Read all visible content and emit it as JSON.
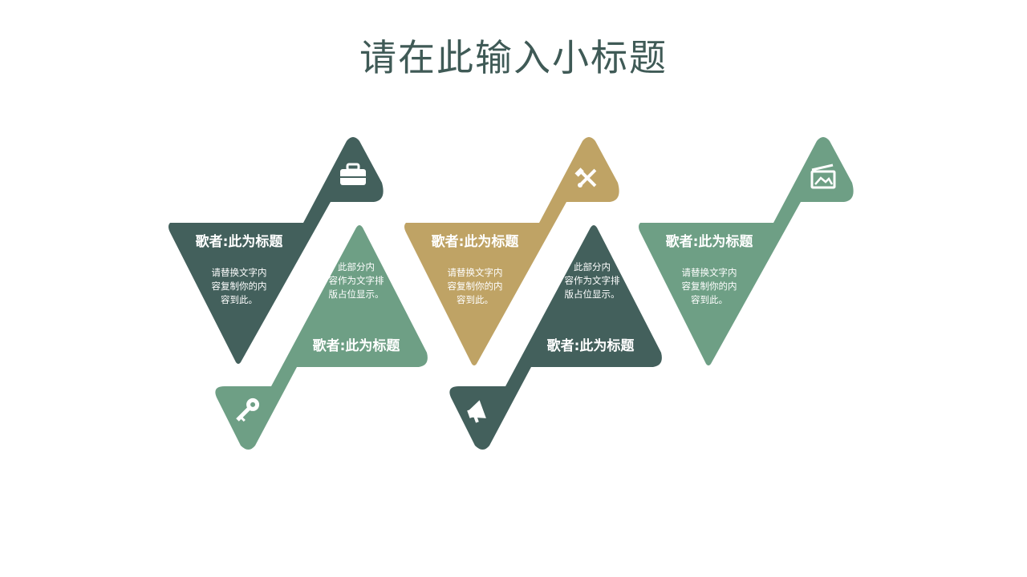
{
  "page": {
    "title": "请在此输入小标题"
  },
  "colors": {
    "dark": "#43605c",
    "green": "#6e9f85",
    "gold": "#bfa365"
  },
  "cards": [
    {
      "title": "歌者:此为标题",
      "body": [
        "请替换文字内",
        "容复制你的内",
        "容到此。"
      ],
      "icon": "briefcase-icon"
    },
    {
      "title": "歌者:此为标题",
      "body": [
        "此部分内",
        "容作为文字排",
        "版占位显示。"
      ],
      "icon": "key-icon"
    },
    {
      "title": "歌者:此为标题",
      "body": [
        "请替换文字内",
        "容复制你的内",
        "容到此。"
      ],
      "icon": "tools-icon"
    },
    {
      "title": "歌者:此为标题",
      "body": [
        "此部分内",
        "容作为文字排",
        "版占位显示。"
      ],
      "icon": "megaphone-icon"
    },
    {
      "title": "歌者:此为标题",
      "body": [
        "请替换文字内",
        "容复制你的内",
        "容到此。"
      ],
      "icon": "picture-icon"
    }
  ]
}
